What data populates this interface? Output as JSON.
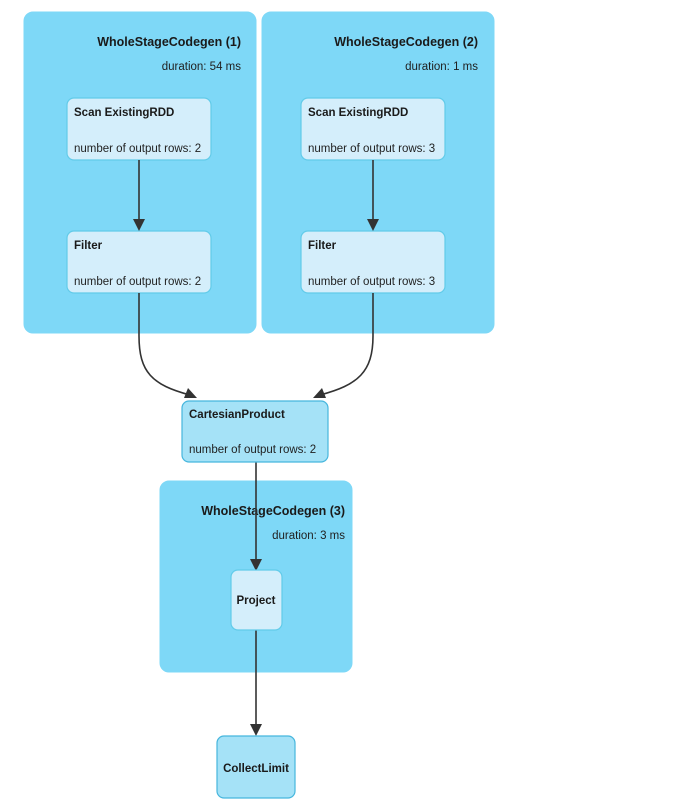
{
  "diagram": {
    "kind": "spark-sql-physical-plan-dag",
    "background_color": "#ffffff",
    "stage_fill_color": "#7ed8f7",
    "node_fill_color": "#d4eefb",
    "node_border_color": "#62cbe9",
    "solid_node_fill_color": "#a5e2f7",
    "edge_color": "#333333"
  },
  "stages": [
    {
      "id": "stage-1",
      "title": "WholeStageCodegen (1)",
      "duration": "duration: 54 ms",
      "nodes": [
        {
          "id": "scan-1",
          "title": "Scan ExistingRDD",
          "metric": "number of output rows: 2"
        },
        {
          "id": "filter-1",
          "title": "Filter",
          "metric": "number of output rows: 2"
        }
      ]
    },
    {
      "id": "stage-2",
      "title": "WholeStageCodegen (2)",
      "duration": "duration: 1 ms",
      "nodes": [
        {
          "id": "scan-2",
          "title": "Scan ExistingRDD",
          "metric": "number of output rows: 3"
        },
        {
          "id": "filter-2",
          "title": "Filter",
          "metric": "number of output rows: 3"
        }
      ]
    },
    {
      "id": "stage-3",
      "title": "WholeStageCodegen (3)",
      "duration": "duration: 3 ms",
      "nodes": [
        {
          "id": "project-1",
          "title": "Project",
          "metric": ""
        }
      ]
    }
  ],
  "standalone_nodes": [
    {
      "id": "cartesian-product",
      "title": "CartesianProduct",
      "metric": "number of output rows: 2"
    },
    {
      "id": "collect-limit",
      "title": "CollectLimit",
      "metric": ""
    }
  ],
  "edges": [
    {
      "from": "scan-1",
      "to": "filter-1"
    },
    {
      "from": "scan-2",
      "to": "filter-2"
    },
    {
      "from": "filter-1",
      "to": "cartesian-product"
    },
    {
      "from": "filter-2",
      "to": "cartesian-product"
    },
    {
      "from": "cartesian-product",
      "to": "project-1"
    },
    {
      "from": "project-1",
      "to": "collect-limit"
    }
  ]
}
